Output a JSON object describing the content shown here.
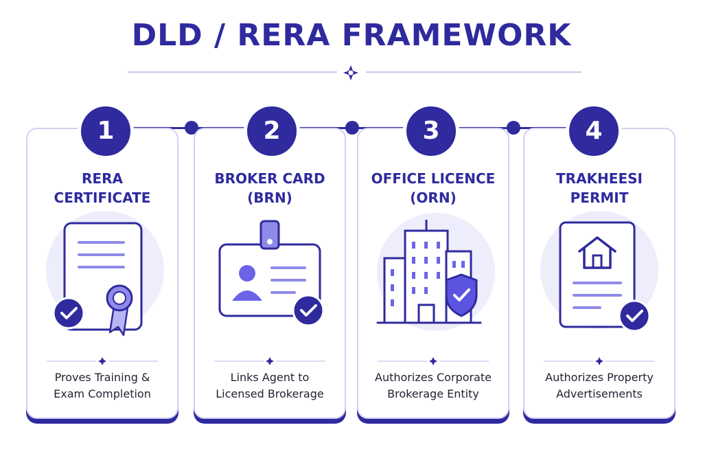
{
  "title": "DLD / RERA FRAMEWORK",
  "colors": {
    "primary": "#2f2a9e",
    "accent": "#5b54e0",
    "soft": "#eeedfb",
    "border": "#d2cff2"
  },
  "steps": [
    {
      "number": "1",
      "title_line1": "RERA",
      "title_line2": "CERTIFICATE",
      "desc_line1": "Proves Training &",
      "desc_line2": "Exam Completion",
      "icon": "certificate-icon"
    },
    {
      "number": "2",
      "title_line1": "BROKER CARD",
      "title_line2": "(BRN)",
      "desc_line1": "Links Agent to",
      "desc_line2": "Licensed Brokerage",
      "icon": "id-badge-icon"
    },
    {
      "number": "3",
      "title_line1": "OFFICE LICENCE",
      "title_line2": "(ORN)",
      "desc_line1": "Authorizes Corporate",
      "desc_line2": "Brokerage Entity",
      "icon": "office-building-icon"
    },
    {
      "number": "4",
      "title_line1": "TRAKHEESI",
      "title_line2": "PERMIT",
      "desc_line1": "Authorizes Property",
      "desc_line2": "Advertisements",
      "icon": "property-permit-icon"
    }
  ]
}
